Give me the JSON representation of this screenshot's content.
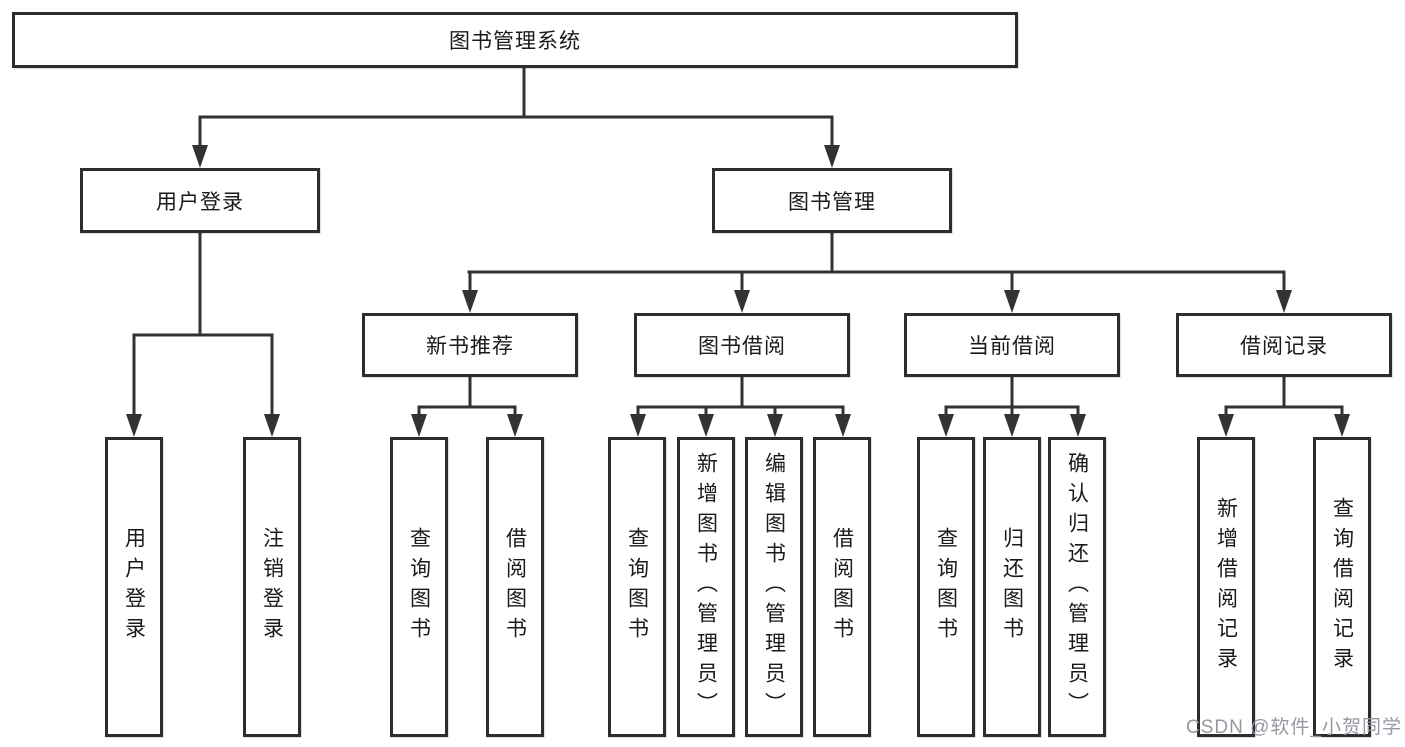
{
  "tree": {
    "label": "图书管理系统",
    "children": [
      {
        "label": "用户登录",
        "children": [
          {
            "label": "用户登录"
          },
          {
            "label": "注销登录"
          }
        ]
      },
      {
        "label": "图书管理",
        "children": [
          {
            "label": "新书推荐",
            "children": [
              {
                "label": "查询图书"
              },
              {
                "label": "借阅图书"
              }
            ]
          },
          {
            "label": "图书借阅",
            "children": [
              {
                "label": "查询图书"
              },
              {
                "label": "新增图书（管理员）"
              },
              {
                "label": "编辑图书（管理员）"
              },
              {
                "label": "借阅图书"
              }
            ]
          },
          {
            "label": "当前借阅",
            "children": [
              {
                "label": "查询图书"
              },
              {
                "label": "归还图书"
              },
              {
                "label": "确认归还（管理员）"
              }
            ]
          },
          {
            "label": "借阅记录",
            "children": [
              {
                "label": "新增借阅记录"
              },
              {
                "label": "查询借阅记录"
              }
            ]
          }
        ]
      }
    ]
  },
  "watermark": {
    "text": "CSDN @软件_小贺同学"
  },
  "colors": {
    "line": "#333333",
    "box_border": "#2d2d2d",
    "box_background": "#ffffff",
    "text": "#1a1a1a",
    "watermark_text": "#9a95a1",
    "page_background": "#ffffff"
  }
}
